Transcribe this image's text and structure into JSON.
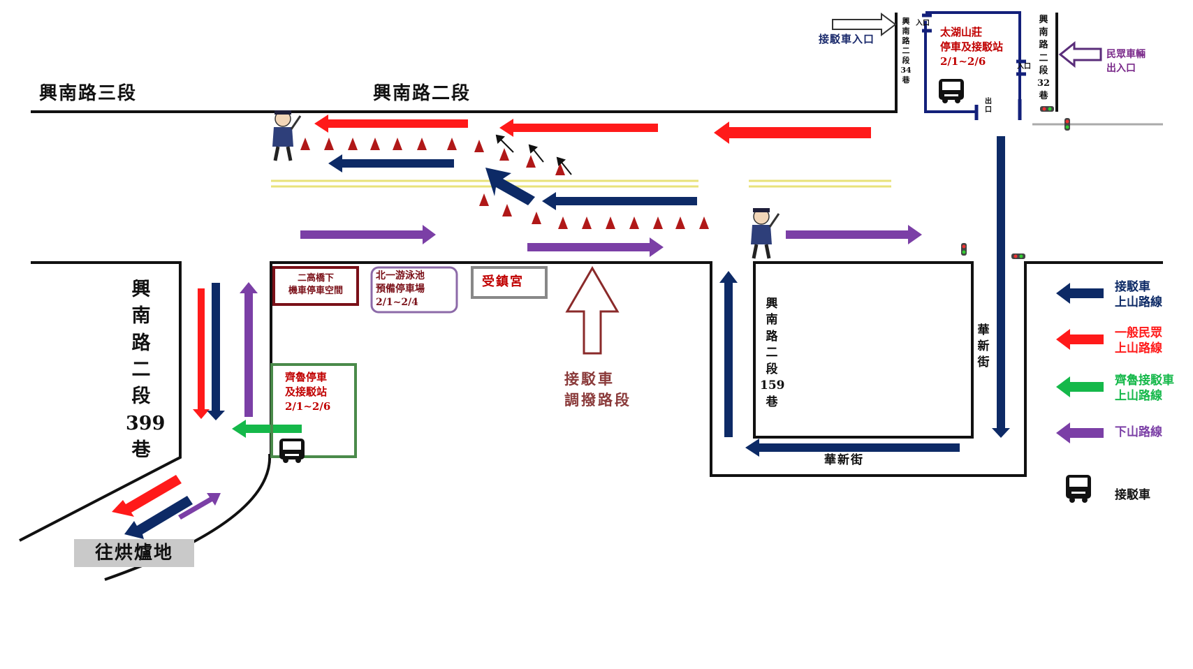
{
  "roads": {
    "xingnan_sec3": "興南路三段",
    "xingnan_sec2": "興南路二段",
    "lane399": [
      "興",
      "南",
      "路",
      "二",
      "段",
      "399",
      "巷"
    ],
    "lane159": [
      "興",
      "南",
      "路",
      "二",
      "段",
      "159",
      "巷"
    ],
    "lane34": [
      "興",
      "南",
      "路",
      "二",
      "段",
      "34",
      "巷"
    ],
    "lane32": [
      "興",
      "南",
      "路",
      "二",
      "段",
      "32",
      "巷"
    ],
    "huaxin_v": [
      "華",
      "新",
      "街"
    ],
    "huaxin_h": "華新街",
    "to_kiln": "往烘爐地"
  },
  "places": {
    "erqiao": [
      "二高橋下",
      "機車停車空間"
    ],
    "beiyi": [
      "北一游泳池",
      "預備停車場",
      "2/1~2/4"
    ],
    "shouzhen": "受鎮宮",
    "qilu": [
      "齊魯停車",
      "及接駁站",
      "2/1~2/6"
    ],
    "taihu": [
      "太湖山莊",
      "停車及接駁站",
      "2/1~2/6"
    ],
    "dispatch": [
      "接駁車",
      "調撥路段"
    ]
  },
  "gates": {
    "shuttle_entry": "接駁車入口",
    "public_entry": [
      "民眾車輛",
      "出入口"
    ],
    "in_label_1": "入口",
    "in_label_2": "入口",
    "out_label": "出口"
  },
  "legend": [
    {
      "color": "#0d2a66",
      "label": "接駁車\n上山路線"
    },
    {
      "color": "#ff1a1a",
      "label": "一般民眾\n上山路線"
    },
    {
      "color": "#15b84a",
      "label": "齊魯接駁車\n上山路線"
    },
    {
      "color": "#7b3fa6",
      "label": "下山路線"
    },
    {
      "icon": "bus-icon",
      "label": "接駁車"
    }
  ],
  "colors": {
    "navy": "#0d2a66",
    "red": "#ff1a1a",
    "green": "#15b84a",
    "purple": "#7b3fa6",
    "cone": "#b01818",
    "dark_red_text": "#c00000",
    "navy_text": "#1a2a6c",
    "purple_text": "#7a2a8a",
    "lane_yellow": "#e8e27a"
  }
}
